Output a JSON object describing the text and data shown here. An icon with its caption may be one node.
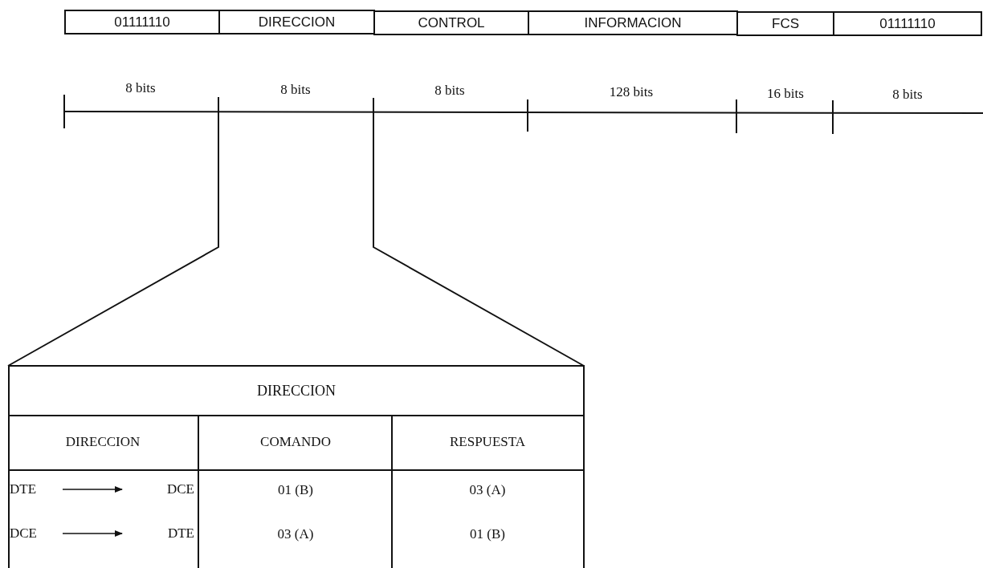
{
  "diagram": {
    "nodes": [
      {
        "text": [
          "01111110"
        ]
      },
      {
        "text": [
          "DIRECCION"
        ]
      },
      {
        "text": [
          "CONTROL"
        ]
      },
      {
        "text": [
          "INFORMACION"
        ]
      },
      {
        "text": [
          "FCS"
        ]
      },
      {
        "text": [
          "01111110"
        ]
      },
      {
        "text": [
          "DIRECCION"
        ]
      },
      {
        "text": [
          "DTE"
        ],
        "in": 6
      },
      {
        "text": [
          "DCE"
        ],
        "in": 6
      },
      {
        "text": [
          "DCE"
        ],
        "in": 6
      },
      {
        "text": [
          "DTE"
        ],
        "in": 6
      }
    ],
    "edges": [
      {
        "from": 7,
        "to": 8,
        "arrow": "to"
      },
      {
        "from": 9,
        "to": 10,
        "arrow": "to"
      }
    ],
    "labels": [
      "8 bits",
      "8 bits",
      "8 bits",
      "128 bits",
      "16 bits",
      "8 bits",
      "DIRECCION",
      "COMANDO",
      "RESPUESTA",
      "01 (B)",
      "03 (A)",
      "03 (A)",
      "01 (B)"
    ]
  }
}
